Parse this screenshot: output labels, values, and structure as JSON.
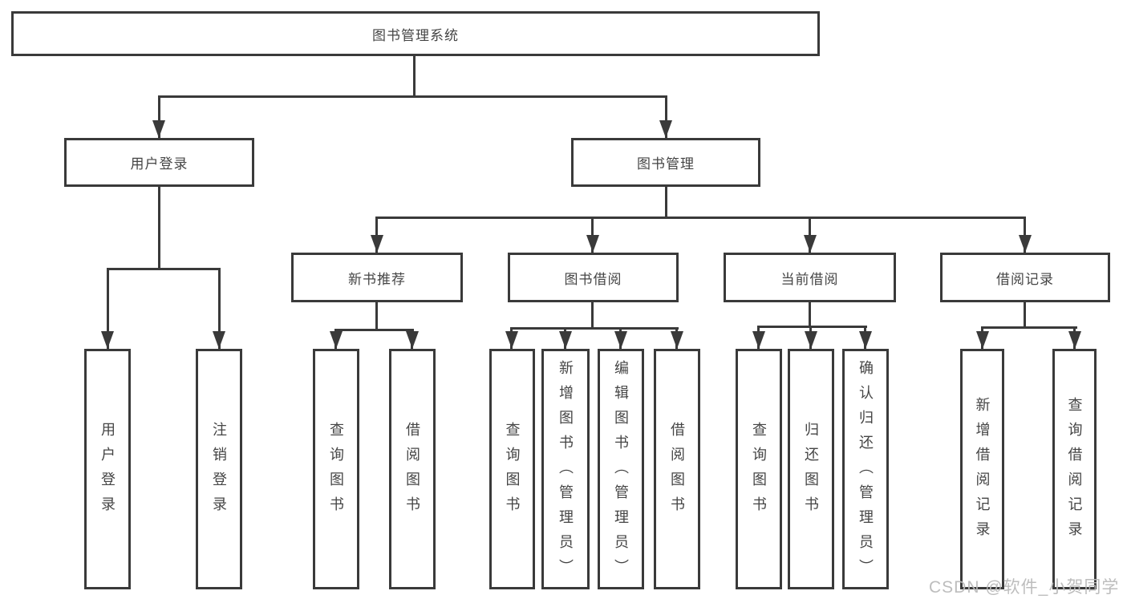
{
  "tree": {
    "label": "图书管理系统",
    "children": [
      {
        "label": "用户登录",
        "children": [
          {
            "label": "用户登录"
          },
          {
            "label": "注销登录"
          }
        ]
      },
      {
        "label": "图书管理",
        "children": [
          {
            "label": "新书推荐",
            "children": [
              {
                "label": "查询图书"
              },
              {
                "label": "借阅图书"
              }
            ]
          },
          {
            "label": "图书借阅",
            "children": [
              {
                "label": "查询图书"
              },
              {
                "label": "新增图书（管理员）"
              },
              {
                "label": "编辑图书（管理员）"
              },
              {
                "label": "借阅图书"
              }
            ]
          },
          {
            "label": "当前借阅",
            "children": [
              {
                "label": "查询图书"
              },
              {
                "label": "归还图书"
              },
              {
                "label": "确认归还（管理员）"
              }
            ]
          },
          {
            "label": "借阅记录",
            "children": [
              {
                "label": "新增借阅记录"
              },
              {
                "label": "查询借阅记录"
              }
            ]
          }
        ]
      }
    ]
  },
  "watermark": {
    "text": "CSDN @软件_小贺同学"
  },
  "colors": {
    "line": "#3a3a3a",
    "box_border": "#3a3a3a",
    "text": "#454545",
    "background": "#ffffff",
    "watermark": "#b9b9b9"
  }
}
